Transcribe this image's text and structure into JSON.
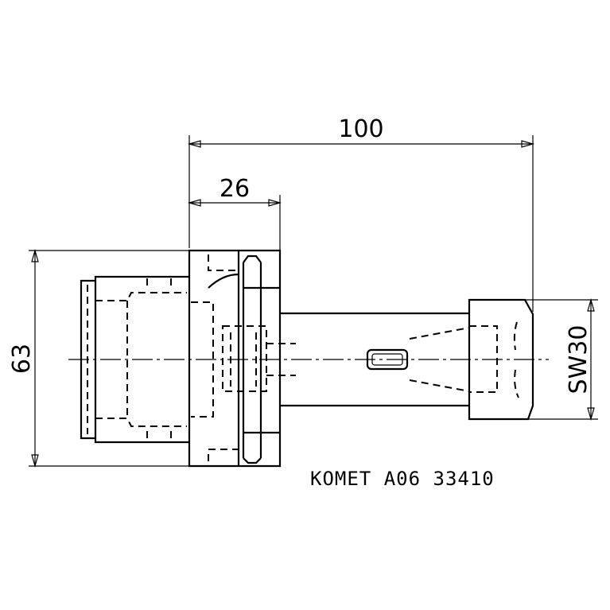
{
  "dimensions": {
    "overall_length": "100",
    "flange_length": "26",
    "diameter": "63",
    "wrench_size": "SW30"
  },
  "part_label": "KOMET A06 33410"
}
